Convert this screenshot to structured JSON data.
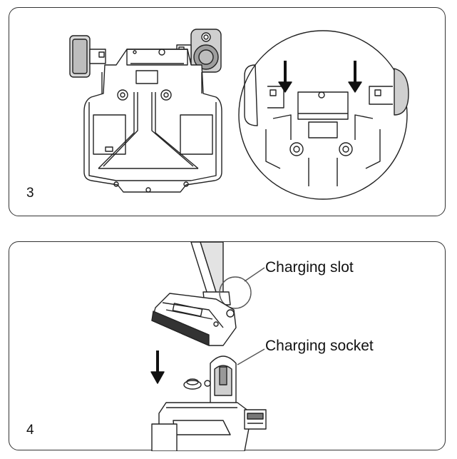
{
  "steps": [
    {
      "number": "3"
    },
    {
      "number": "4"
    }
  ],
  "callouts": {
    "charging_slot": "Charging slot",
    "charging_socket": "Charging socket"
  }
}
